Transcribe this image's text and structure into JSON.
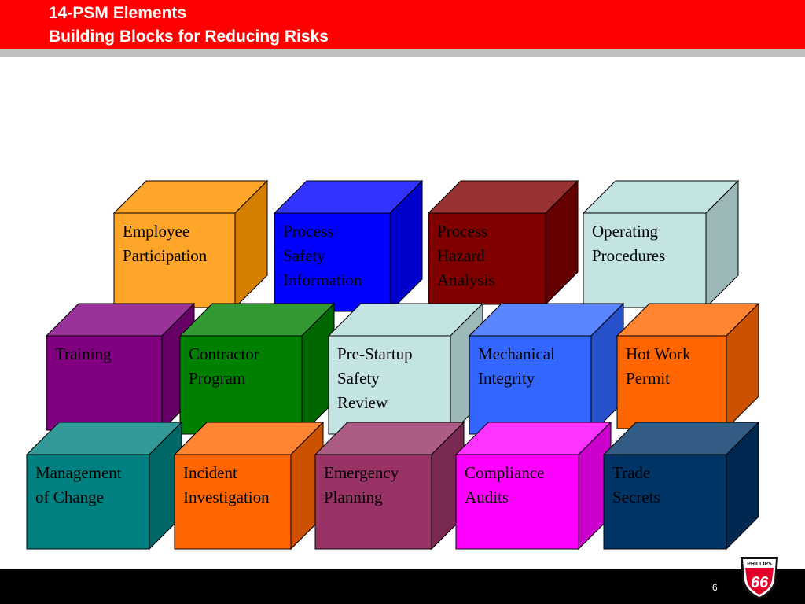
{
  "slide": {
    "title_line1": "14-PSM Elements",
    "title_line2": "Building Blocks for Reducing Risks",
    "page_number": "6"
  },
  "logo": {
    "brand_top": "PHILLIPS",
    "brand_number": "66",
    "colors": {
      "red": "#e4002b",
      "white": "#ffffff",
      "black": "#111111"
    }
  },
  "blocks": [
    {
      "label": "Employee\nParticipation",
      "front": "#ffa52a",
      "top": "#ffa52a",
      "side": "#d47f00",
      "text": "#000000"
    },
    {
      "label": "Process\nSafety\nInformation",
      "front": "#0000ff",
      "top": "#3333ff",
      "side": "#0000cc",
      "text": "#000000"
    },
    {
      "label": "Process\nHazard\nAnalysis",
      "front": "#800000",
      "top": "#993333",
      "side": "#660000",
      "text": "#000000"
    },
    {
      "label": "Operating\nProcedures",
      "front": "#c4e4e4",
      "top": "#c4e4e4",
      "side": "#9cb8b8",
      "text": "#000000"
    },
    {
      "label": "Training",
      "front": "#800080",
      "top": "#993399",
      "side": "#660066",
      "text": "#000000"
    },
    {
      "label": "Contractor\nProgram",
      "front": "#008000",
      "top": "#339933",
      "side": "#006600",
      "text": "#000000"
    },
    {
      "label": "Pre-Startup\nSafety\nReview",
      "front": "#c4e4e4",
      "top": "#c4e4e4",
      "side": "#9cb8b8",
      "text": "#000000"
    },
    {
      "label": "Mechanical\nIntegrity",
      "front": "#3366ff",
      "top": "#5b85ff",
      "side": "#2852cc",
      "text": "#000000"
    },
    {
      "label": "Hot Work\nPermit",
      "front": "#ff6600",
      "top": "#ff8533",
      "side": "#cc5200",
      "text": "#000000"
    },
    {
      "label": "Management\nof Change",
      "front": "#008080",
      "top": "#339999",
      "side": "#006666",
      "text": "#000000"
    },
    {
      "label": "Incident\nInvestigation",
      "front": "#ff6600",
      "top": "#ff8533",
      "side": "#cc5200",
      "text": "#000000"
    },
    {
      "label": "Emergency\nPlanning",
      "front": "#993366",
      "top": "#ad5c85",
      "side": "#7a2952",
      "text": "#000000"
    },
    {
      "label": "Compliance\nAudits",
      "front": "#ff00ff",
      "top": "#ff33ff",
      "side": "#cc00cc",
      "text": "#000000"
    },
    {
      "label": "Trade\nSecrets",
      "front": "#003366",
      "top": "#335c85",
      "side": "#002952",
      "text": "#000000"
    }
  ]
}
